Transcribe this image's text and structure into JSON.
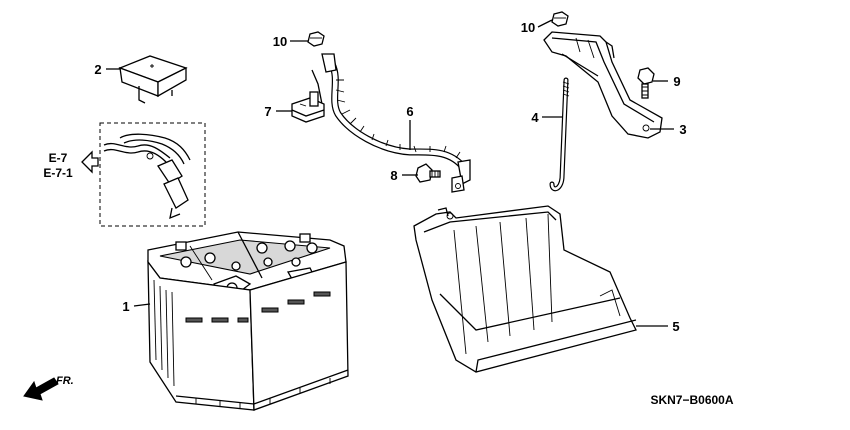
{
  "diagram_code": "SKN7−B0600A",
  "reference": {
    "line1": "E-7",
    "line2": "E-7-1"
  },
  "direction_label": "FR.",
  "callouts": [
    {
      "id": "1",
      "label": "1"
    },
    {
      "id": "2",
      "label": "2"
    },
    {
      "id": "3",
      "label": "3"
    },
    {
      "id": "4",
      "label": "4"
    },
    {
      "id": "5",
      "label": "5"
    },
    {
      "id": "6",
      "label": "6"
    },
    {
      "id": "7",
      "label": "7"
    },
    {
      "id": "8",
      "label": "8"
    },
    {
      "id": "9",
      "label": "9"
    },
    {
      "id": "10a",
      "label": "10"
    },
    {
      "id": "10b",
      "label": "10"
    }
  ]
}
